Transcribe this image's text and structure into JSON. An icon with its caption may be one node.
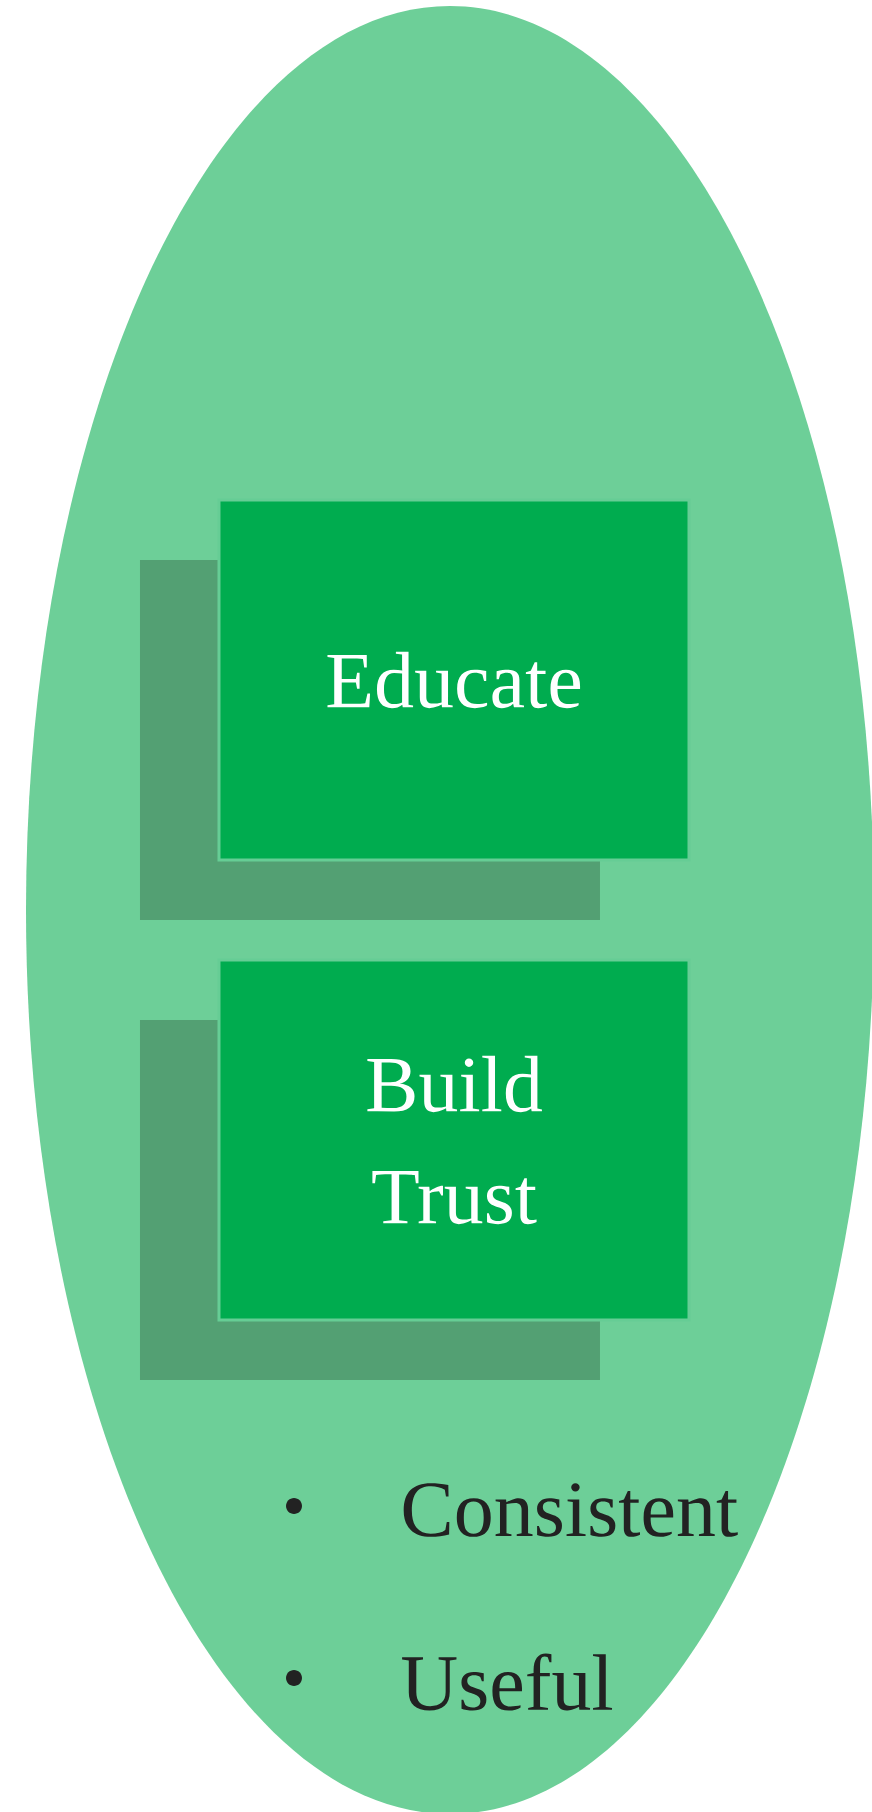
{
  "diagram": {
    "nodes": [
      {
        "text": [
          "Consistent",
          "Useful"
        ]
      },
      {
        "text": [
          "Educate"
        ],
        "in": 0
      },
      {
        "text": [
          "Build Trust"
        ],
        "in": 0
      }
    ]
  }
}
